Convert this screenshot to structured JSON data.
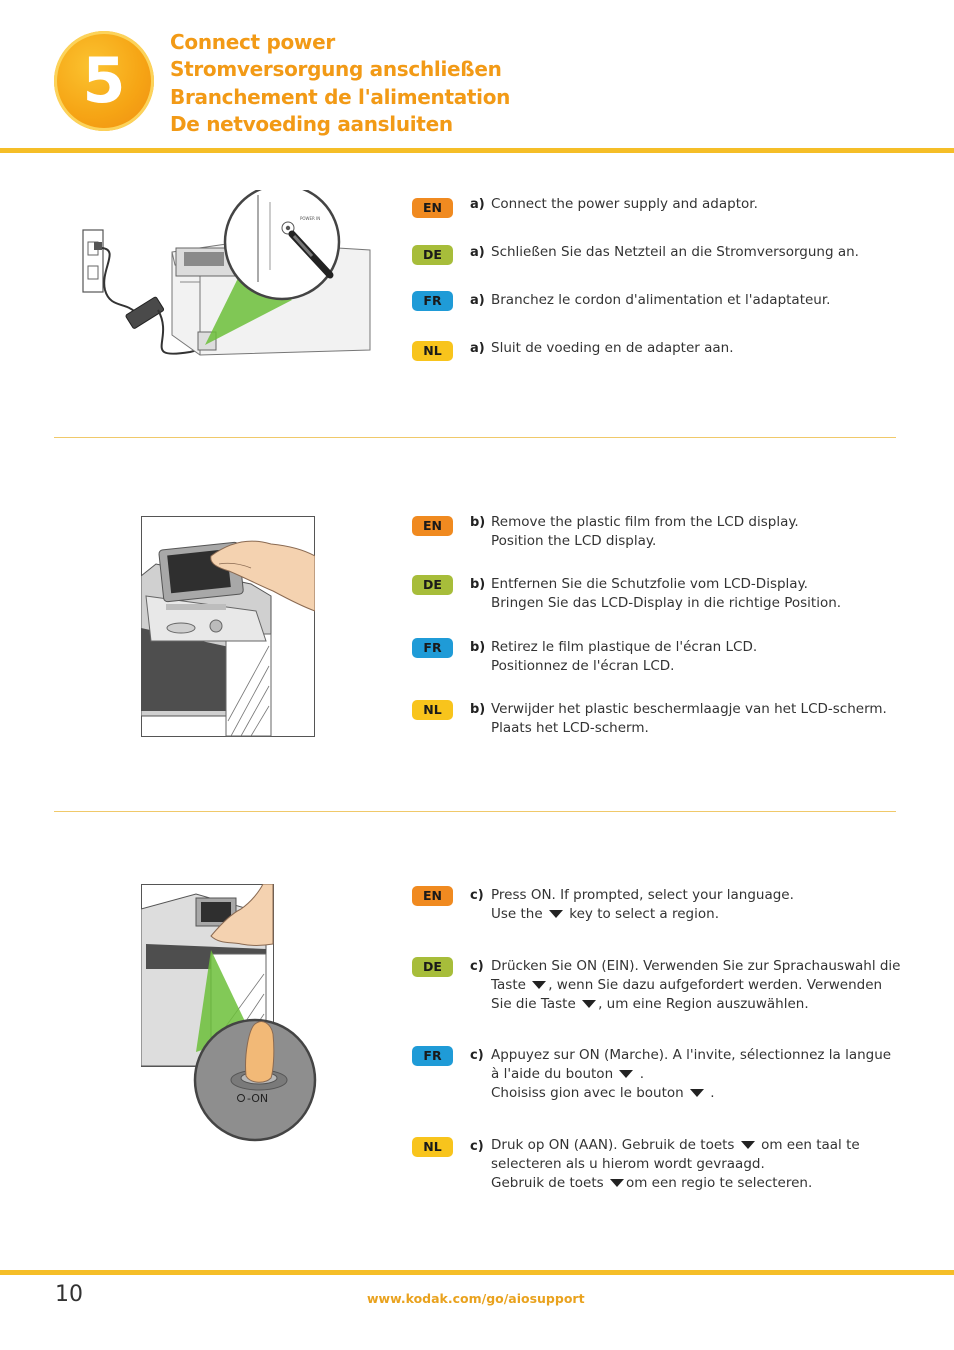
{
  "header": {
    "step_number": "5",
    "titles": [
      "Connect power",
      "Stromversorgung anschließen",
      "Branchement de l'alimentation",
      "De netvoeding aansluiten"
    ]
  },
  "sections": [
    {
      "letter": "a)",
      "items": [
        {
          "lang": "EN",
          "lines": [
            "Connect the power supply and adaptor."
          ]
        },
        {
          "lang": "DE",
          "lines": [
            "Schließen Sie das Netzteil an die Stromversorgung an."
          ]
        },
        {
          "lang": "FR",
          "lines": [
            "Branchez le cordon d'alimentation et l'adaptateur."
          ]
        },
        {
          "lang": "NL",
          "lines": [
            "Sluit de voeding en de adapter aan."
          ]
        }
      ]
    },
    {
      "letter": "b)",
      "items": [
        {
          "lang": "EN",
          "lines": [
            "Remove the plastic film from the LCD display.",
            "Position the LCD display."
          ]
        },
        {
          "lang": "DE",
          "lines": [
            "Entfernen Sie die Schutzfolie vom  LCD-Display.",
            "Bringen Sie das LCD-Display in die richtige Position."
          ]
        },
        {
          "lang": "FR",
          "lines": [
            "Retirez le film plastique de l'écran LCD.",
            "Positionnez de l'écran LCD."
          ]
        },
        {
          "lang": "NL",
          "lines": [
            "Verwijder het plastic beschermlaagje van het LCD-scherm.",
            "Plaats het LCD-scherm."
          ]
        }
      ]
    },
    {
      "letter": "c)",
      "items": [
        {
          "lang": "EN",
          "lines": [
            "Press ON.  If prompted, select your language.",
            "Use the",
            "key to select a region."
          ]
        },
        {
          "lang": "DE",
          "lines": [
            "Drücken Sie ON (EIN). Verwenden Sie zur Sprachauswahl die",
            "Taste",
            ", wenn Sie dazu aufgefordert werden.  Verwenden",
            "Sie die Taste",
            ", um eine Region auszuwählen."
          ]
        },
        {
          "lang": "FR",
          "lines": [
            "Appuyez sur ON (Marche). A l'invite, sélectionnez la langue",
            "à l'aide du bouton",
            ".",
            "Choisiss gion avec le bouton",
            "."
          ]
        },
        {
          "lang": "NL",
          "lines": [
            "Druk op ON (AAN).  Gebruik de toets",
            "om een taal te",
            "selecteren als u hierom wordt gevraagd.",
            "Gebruik de toets",
            "om een regio te selecteren."
          ]
        }
      ]
    }
  ],
  "figures": {
    "power_button_label": "-ON",
    "adaptor_label": "POWER IN"
  },
  "footer": {
    "page_number": "10",
    "url": "www.kodak.com/go/aiosupport"
  },
  "colors": {
    "accent_orange": "#f29a16",
    "rule_yellow": "#f5be28",
    "en": "#f08a20",
    "de": "#a7bd3a",
    "fr": "#1f9bd7",
    "nl": "#f8c41c"
  }
}
